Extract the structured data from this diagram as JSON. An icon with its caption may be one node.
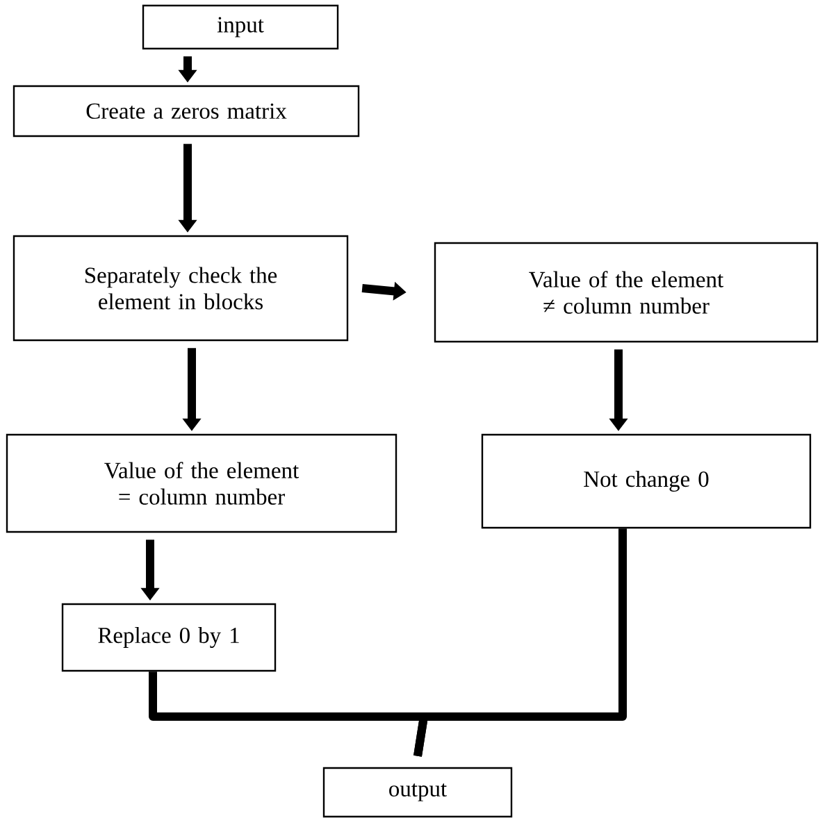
{
  "diagram": {
    "nodes": [
      {
        "text": [
          "input"
        ]
      },
      {
        "text": [
          "Create a zeros matrix"
        ]
      },
      {
        "text": [
          "Separately check the element in blocks"
        ]
      },
      {
        "text": [
          "Value of the element ≠ column number"
        ]
      },
      {
        "text": [
          "Value of the element = column number"
        ]
      },
      {
        "text": [
          "Not change 0"
        ]
      },
      {
        "text": [
          "Replace 0 by 1"
        ]
      },
      {
        "text": [
          "output"
        ]
      }
    ],
    "edges": [
      {
        "from": 0,
        "to": 1,
        "arrow": "to"
      },
      {
        "from": 1,
        "to": 2,
        "arrow": "to"
      },
      {
        "from": 2,
        "to": 3,
        "arrow": "to"
      },
      {
        "from": 2,
        "to": 4,
        "arrow": "to"
      },
      {
        "from": 3,
        "to": 5,
        "arrow": "to"
      },
      {
        "from": 4,
        "to": 6,
        "arrow": "to"
      },
      {
        "from": 6,
        "to": 7,
        "arrow": "none"
      },
      {
        "from": 5,
        "to": 7,
        "arrow": "none"
      }
    ]
  }
}
